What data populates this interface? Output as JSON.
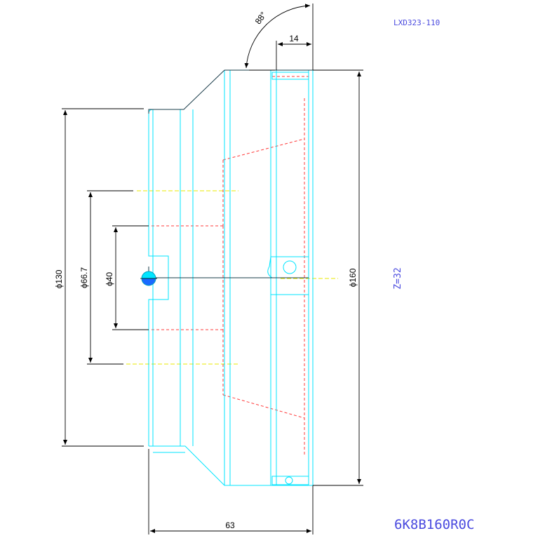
{
  "drawing": {
    "part_code": "LXD323-110",
    "model": "6K8B160R0C",
    "teeth": "Z=32",
    "angle": "88°",
    "colors": {
      "outline": "#00e5ff",
      "hidden": "#ff3b3b",
      "centerline": "#e8e800",
      "dimension": "#000000",
      "label_blue": "#4a4adf"
    }
  },
  "dimensions": {
    "d130": "ϕ130",
    "d66_7": "ϕ66.7",
    "d40": "ϕ40",
    "d160": "ϕ160",
    "width_63": "63",
    "width_14": "14"
  }
}
